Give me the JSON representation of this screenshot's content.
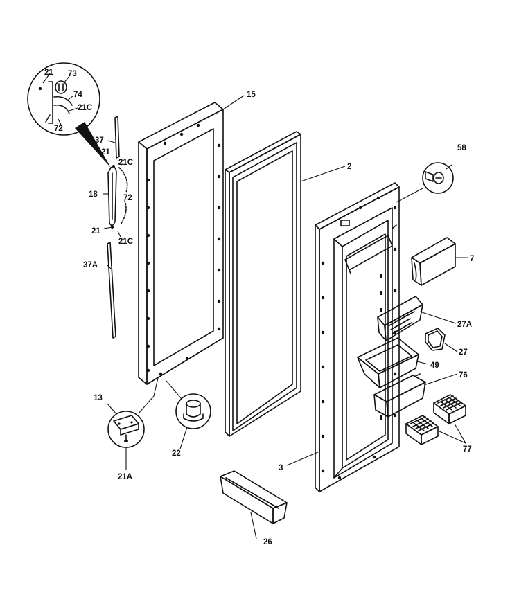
{
  "labels": {
    "p15": "15",
    "p2": "2",
    "p3": "3",
    "p58": "58",
    "p7": "7",
    "p27A": "27A",
    "p27": "27",
    "p49": "49",
    "p76": "76",
    "p77": "77",
    "p26": "26",
    "p22": "22",
    "p13": "13",
    "p21A": "21A",
    "p37": "37",
    "p37A": "37A",
    "p18": "18",
    "p21_a": "21",
    "p21C_a": "21C",
    "p72_a": "72",
    "p21_b": "21",
    "p21C_b": "21C",
    "det21": "21",
    "det73": "73",
    "det74": "74",
    "det21C": "21C",
    "det72": "72"
  }
}
